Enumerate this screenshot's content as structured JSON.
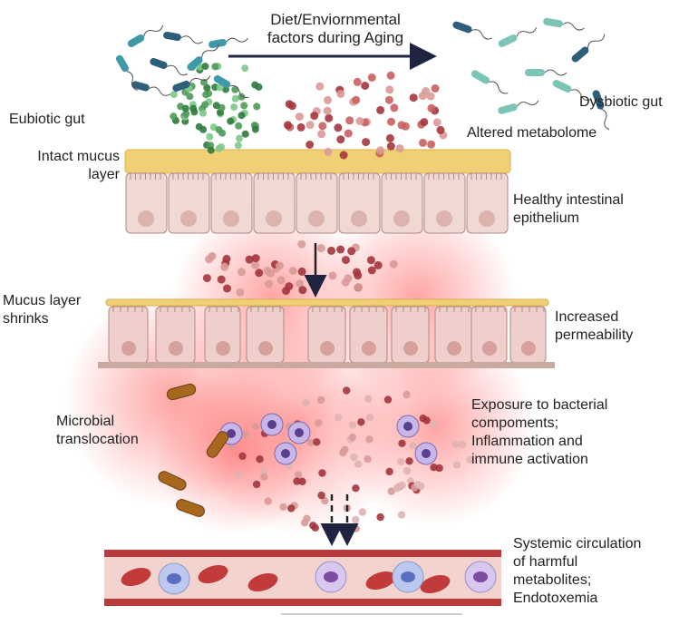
{
  "labels": {
    "diet_factors_line1": "Diet/Enviornmental",
    "diet_factors_line2": "factors during Aging",
    "eubiotic_gut": "Eubiotic gut",
    "dysbiotic_gut": "Dysbiotic gut",
    "altered_metabolome": "Altered metabolome",
    "intact_mucus_line1": "Intact mucus",
    "intact_mucus_line2": "layer",
    "healthy_epithelium_line1": "Healthy intestinal",
    "healthy_epithelium_line2": "epithelium",
    "mucus_shrinks_line1": "Mucus layer",
    "mucus_shrinks_line2": "shrinks",
    "increased_permeability_line1": "Increased",
    "increased_permeability_line2": "permeability",
    "microbial_translocation_line1": "Microbial",
    "microbial_translocation_line2": "translocation",
    "exposure_line1": "Exposure to bacterial",
    "exposure_line2": "compoments;",
    "exposure_line3": "Inflammation and",
    "exposure_line4": "immune activation",
    "systemic_line1": "Systemic circulation",
    "systemic_line2": "of harmful",
    "systemic_line3": "metabolites;",
    "systemic_line4": "Endotoxemia"
  },
  "colors": {
    "mucus": "#f1cf74",
    "cell_fill": "#f0d8d3",
    "cell_stroke": "#b08a86",
    "nucleus": "#dcb4ad",
    "green_metabolite": "#4f9a5a",
    "red_metabolite": "#a4353d",
    "pink_metabolite": "#d99a98",
    "bacteria_teal": "#3e9aa8",
    "bacteria_dark": "#2d5f7a",
    "vessel": "#b93a3a",
    "inflammation": "#ff6b6b",
    "arrow": "#1f2440"
  }
}
